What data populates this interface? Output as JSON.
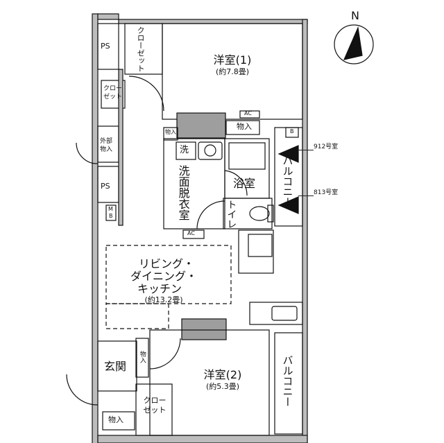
{
  "compass": {
    "north_label": "N"
  },
  "rooms": {
    "western_room_1": {
      "name": "洋室(1)",
      "size": "(約7.8畳)"
    },
    "western_room_2": {
      "name": "洋室(2)",
      "size": "(約5.3畳)"
    },
    "ldk": {
      "line1": "リビング・",
      "line2": "ダイニング・",
      "line3": "キッチン",
      "size": "(約13.2畳)"
    },
    "entrance": {
      "name": "玄関"
    },
    "washroom": {
      "name": "洗面脱衣室",
      "sink": "洗"
    },
    "bathroom": {
      "name": "浴室"
    },
    "toilet": {
      "name": "トイレ"
    },
    "balcony_north": {
      "name": "バルコニー"
    },
    "balcony_south": {
      "name": "バルコニー"
    }
  },
  "storage": {
    "closet_1": "クローゼット",
    "closet_small_line1": "クロー",
    "closet_small_line2": "ゼット",
    "closet_2_line1": "クロー",
    "closet_2_line2": "ゼット",
    "storage_top": "物入",
    "storage_wash": "物入",
    "storage_entrance": "物入",
    "storage_bottom": "物入",
    "external_storage_line1": "外部",
    "external_storage_line2": "物入"
  },
  "fixtures": {
    "ps_top": "PS",
    "ps_mid": "PS",
    "mb_line1": "M",
    "mb_line2": "B",
    "ac_top": "AC",
    "ac_mid": "AC",
    "b_mark": "B"
  },
  "notes": {
    "room_912": "912号室",
    "room_813": "813号室"
  }
}
